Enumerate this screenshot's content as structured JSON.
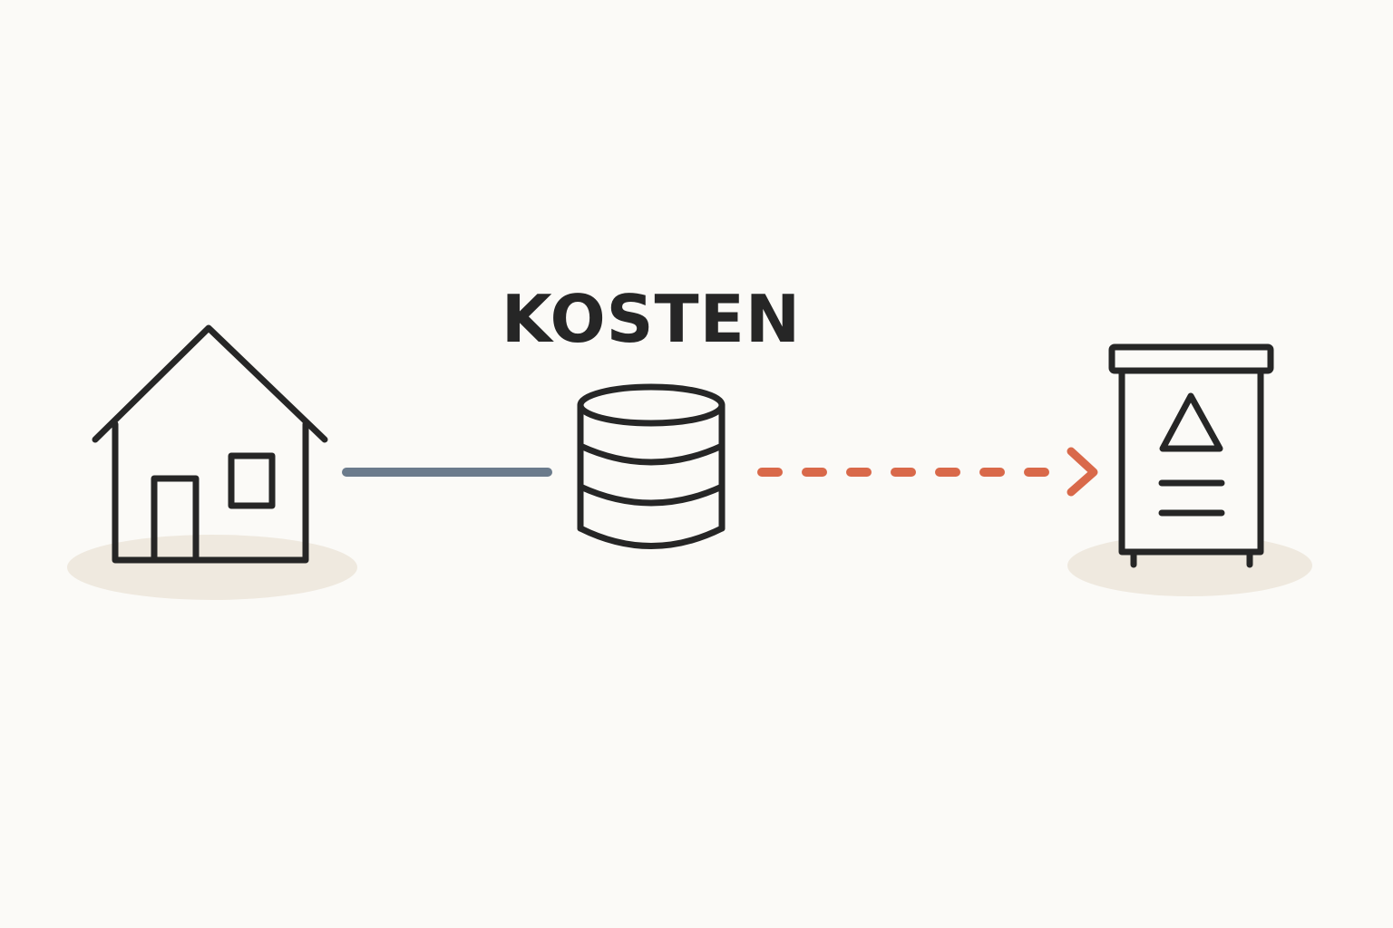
{
  "diagram": {
    "title": "KOSTEN",
    "nodes": [
      {
        "id": "house",
        "icon": "house-icon"
      },
      {
        "id": "database",
        "icon": "database-icon"
      },
      {
        "id": "meter-cabinet",
        "icon": "meter-cabinet-icon"
      }
    ],
    "edges": [
      {
        "from": "house",
        "to": "database",
        "style": "solid",
        "color": "#6b7b8c"
      },
      {
        "from": "database",
        "to": "meter-cabinet",
        "style": "dashed-arrow",
        "color": "#d9694a"
      }
    ],
    "colors": {
      "background": "#fbfaf7",
      "outline": "#262626",
      "ground_shadow": "#efe9df",
      "solid_connector": "#6b7b8c",
      "dashed_connector": "#d9694a"
    }
  }
}
